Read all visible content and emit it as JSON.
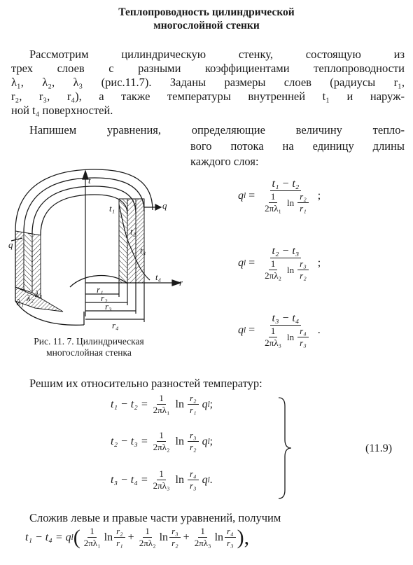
{
  "title": {
    "line1": "Теплопроводность цилиндрической",
    "line2": "многослойной стенки"
  },
  "intro": {
    "l1": "Рассмотрим цилиндрическую стенку, состоящую из",
    "l2": "трех слоев с разными коэффициентами теплопроводности",
    "l3": "λ₁, λ₂, λ₃ (рис.11.7). Заданы размеры слоев (радиусы r₁,",
    "l4": "r₂, r₃, r₄), а также температуры внутренней t₁ и наруж-",
    "l5": "ной t₄ поверхностей."
  },
  "para2": {
    "l1": "Напишем уравнения, определяющие величину тепло-",
    "l2": "вого потока на единицу   длины",
    "l3": "каждого слоя:"
  },
  "figure": {
    "caption1": "Рис.  11. 7.  Цилиндрическая",
    "caption2": "многослойная  стенка",
    "labels": {
      "t": "t",
      "q": "q",
      "r": "r",
      "t1": "t₁",
      "t2": "t₂",
      "t3": "t₃",
      "t4": "t₄",
      "r1": "r₁",
      "r2": "r₂",
      "r3": "r₃",
      "r4": "r₄",
      "l1": "λ₁",
      "l2": "λ₂",
      "l3": "λ₃"
    }
  },
  "eq_heatflux": [
    {
      "lhs": "q",
      "lsub": "l",
      "num": "t₁ − t₂",
      "c": "1",
      "d": "2πλ₁",
      "ln": "ln",
      "rn": "r₂",
      "rd": "r₁",
      "end": ";"
    },
    {
      "lhs": "q",
      "lsub": "l",
      "num": "t₂ − t₃",
      "c": "1",
      "d": "2πλ₂",
      "ln": "ln",
      "rn": "r₃",
      "rd": "r₂",
      "end": ";"
    },
    {
      "lhs": "q",
      "lsub": "l",
      "num": "t₃ − t₄",
      "c": "1",
      "d": "2πλ₃",
      "ln": "ln",
      "rn": "r₄",
      "rd": "r₃",
      "end": "."
    }
  ],
  "para3": "Решим их относительно разностей температур:",
  "eq_system": [
    {
      "lhs": "t₁ − t₂ =",
      "c": "1",
      "d": "2πλ₁",
      "ln": "ln",
      "rn": "r₂",
      "rd": "r₁",
      "q": "q",
      "qsub": "l",
      "end": ";"
    },
    {
      "lhs": "t₂ − t₃ =",
      "c": "1",
      "d": "2πλ₂",
      "ln": "ln",
      "rn": "r₃",
      "rd": "r₂",
      "q": "q",
      "qsub": "l",
      "end": ";"
    },
    {
      "lhs": "t₃ − t₄ =",
      "c": "1",
      "d": "2πλ₃",
      "ln": "ln",
      "rn": "r₄",
      "rd": "r₃",
      "q": "q",
      "qsub": "l",
      "end": "."
    }
  ],
  "eq_number": "(11.9)",
  "para4": "Сложив левые и правые части уравнений, получим",
  "eq_sum": {
    "lhs": "t₁ − t₄ =",
    "q": "q",
    "qsub": "l",
    "open": "(",
    "close": "),",
    "plus": "+",
    "ln": "ln",
    "terms": [
      {
        "c": "1",
        "d": "2πλ₁",
        "rn": "r₂",
        "rd": "r₁"
      },
      {
        "c": "1",
        "d": "2πλ₂",
        "rn": "r₃",
        "rd": "r₂"
      },
      {
        "c": "1",
        "d": "2πλ₃",
        "rn": "r₄",
        "rd": "r₃"
      }
    ]
  }
}
